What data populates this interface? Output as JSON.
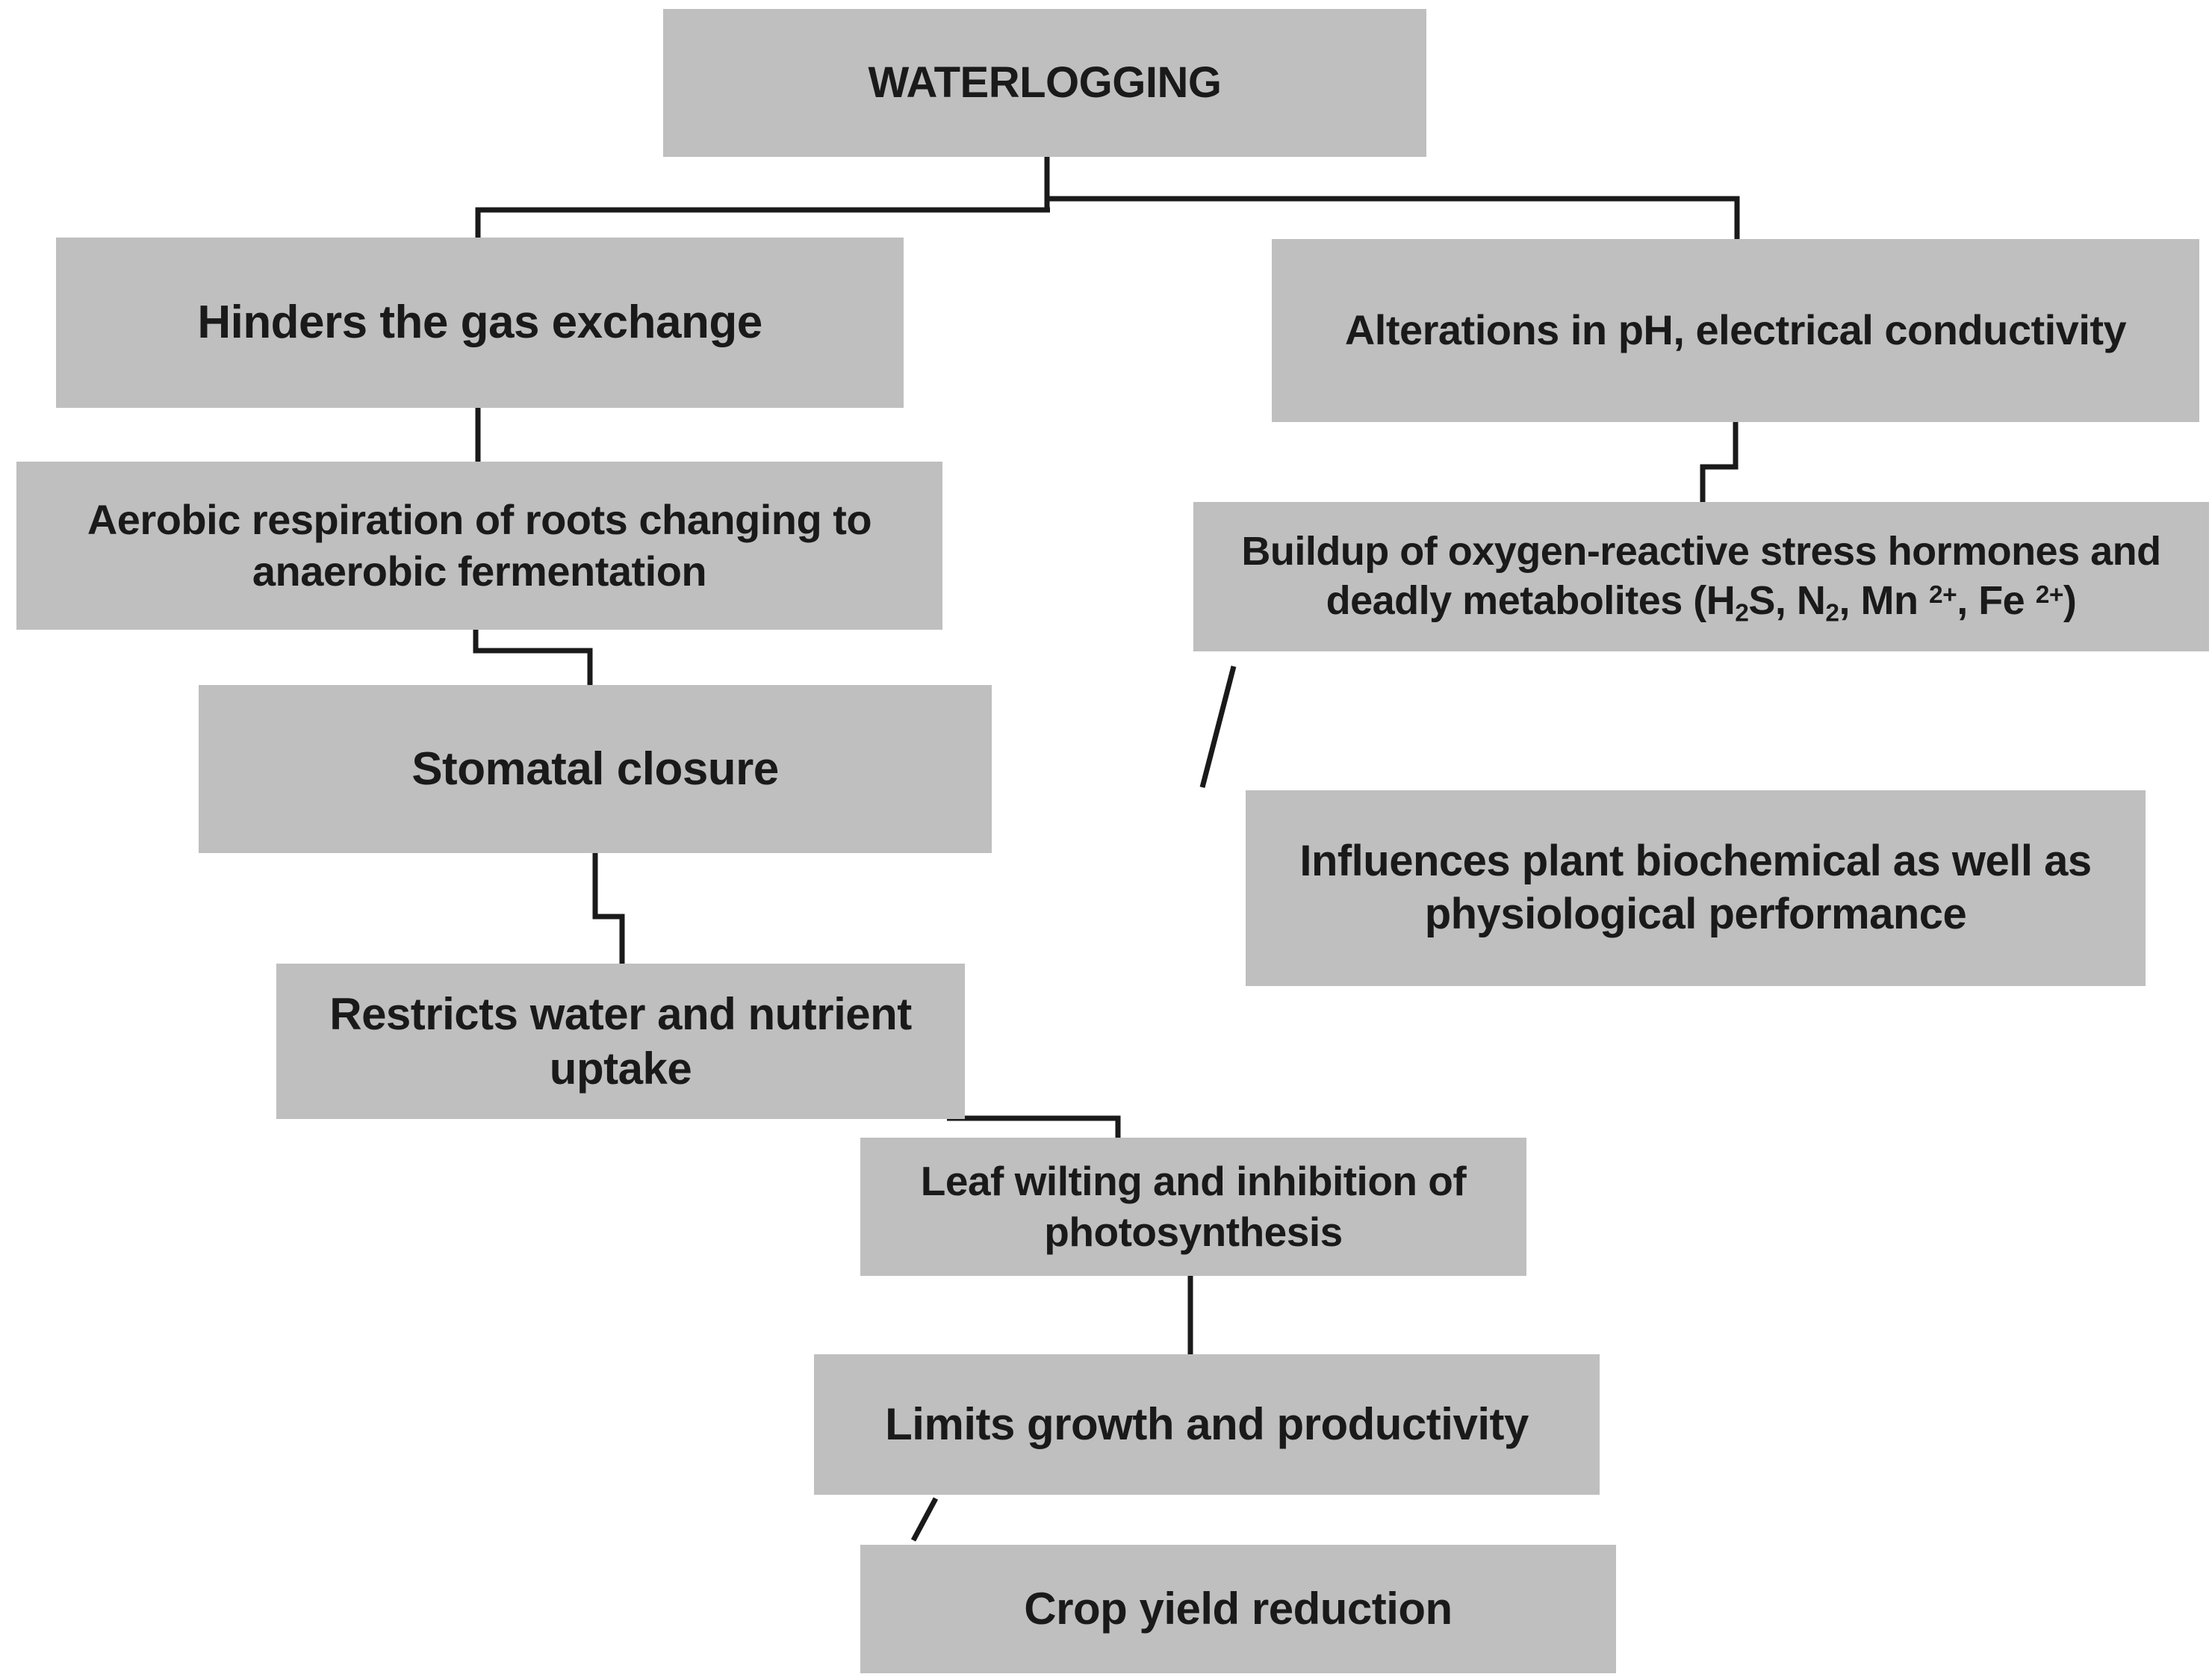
{
  "diagram": {
    "colors": {
      "background": "#ffffff",
      "node_fill": "#bfbfbf",
      "text": "#1a1a1a",
      "line": "#1a1a1a"
    },
    "nodes": {
      "waterlogging": {
        "label": "WATERLOGGING"
      },
      "hinders": {
        "label": "Hinders the gas exchange"
      },
      "alterations": {
        "label": "Alterations in pH, electrical conductivity"
      },
      "aerobic": {
        "label": "Aerobic respiration of roots changing to anaerobic fermentation"
      },
      "buildup": {
        "line1": "Buildup of oxygen-reactive stress hormones and",
        "line2": {
          "p1": "deadly metabolites (H",
          "sub1": "2",
          "p2": "S, N",
          "sub2": "2",
          "p3": ", Mn ",
          "sup1": "2+",
          "p4": ", Fe ",
          "sup2": "2+",
          "p5": ")"
        }
      },
      "stomatal": {
        "label": "Stomatal closure"
      },
      "influences": {
        "label": "Influences plant biochemical as well as physiological performance"
      },
      "restricts": {
        "label": "Restricts water and nutrient uptake"
      },
      "leaf": {
        "label": "Leaf wilting and inhibition of photosynthesis"
      },
      "limits": {
        "label": "Limits growth and productivity"
      },
      "crop": {
        "label": "Crop yield reduction"
      }
    },
    "edges": [
      {
        "from": "waterlogging",
        "to": "hinders"
      },
      {
        "from": "waterlogging",
        "to": "alterations"
      },
      {
        "from": "hinders",
        "to": "aerobic"
      },
      {
        "from": "aerobic",
        "to": "stomatal"
      },
      {
        "from": "stomatal",
        "to": "restricts"
      },
      {
        "from": "restricts",
        "to": "leaf"
      },
      {
        "from": "leaf",
        "to": "limits"
      },
      {
        "from": "limits",
        "to": "crop"
      },
      {
        "from": "alterations",
        "to": "buildup"
      },
      {
        "from": "buildup",
        "to": "influences"
      }
    ]
  }
}
